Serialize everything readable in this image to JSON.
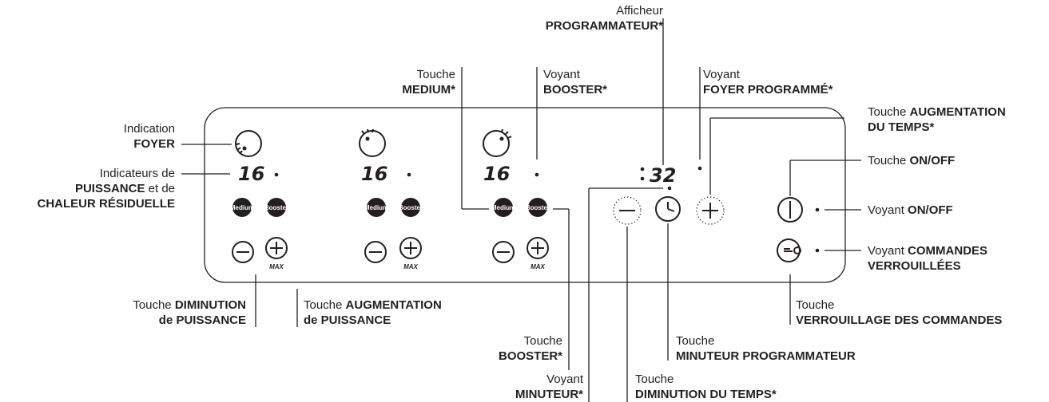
{
  "labels": {
    "afficheur_prog": {
      "line1": "Afficheur",
      "line2": "PROGRAMMATEUR*"
    },
    "touche_medium": {
      "line1": "Touche",
      "line2": "MEDIUM*"
    },
    "voyant_booster": {
      "line1": "Voyant",
      "line2": "BOOSTER*"
    },
    "voyant_foyer_prog": {
      "line1": "Voyant",
      "line2": "FOYER PROGRAMMÉ*"
    },
    "touche_augmentation_temps": {
      "line1_prefix": "Touche ",
      "line1_bold": "AUGMENTATION",
      "line2": "DU TEMPS*"
    },
    "indication_foyer": {
      "line1": "Indication",
      "line2": "FOYER"
    },
    "indicateurs_puissance": {
      "line1": "Indicateurs de",
      "line2_bold": "PUISSANCE",
      "line2_suffix": " et de",
      "line3": "CHALEUR RÉSIDUELLE"
    },
    "touche_onoff": {
      "prefix": "Touche ",
      "bold": "ON/OFF"
    },
    "voyant_onoff": {
      "prefix": "Voyant ",
      "bold": "ON/OFF"
    },
    "voyant_commandes": {
      "line1_prefix": "Voyant ",
      "line1_bold": "COMMANDES",
      "line2": "VERROUILLÉES"
    },
    "touche_diminution_puissance": {
      "line1_prefix": "Touche ",
      "line1_bold": "DIMINUTION",
      "line2": "de PUISSANCE"
    },
    "touche_augmentation_puissance": {
      "line1_prefix": "Touche ",
      "line1_bold": "AUGMENTATION",
      "line2": "de PUISSANCE"
    },
    "touche_verrouillage": {
      "line1": "Touche",
      "line2": "VERROUILLAGE DES COMMANDES"
    },
    "touche_booster": {
      "line1": "Touche",
      "line2": "BOOSTER*"
    },
    "touche_minuteur": {
      "line1": "Touche",
      "line2": "MINUTEUR PROGRAMMATEUR"
    },
    "voyant_minuteur": {
      "line1": "Voyant",
      "line2": "MINUTEUR*"
    },
    "touche_diminution_temps": {
      "line1": "Touche",
      "line2": "DIMINUTION DU TEMPS*"
    }
  },
  "panel": {
    "zone_display": "16",
    "timer_display": "32",
    "medium_label": "Medium",
    "booster_label": "Booster",
    "max_label": "MAX"
  }
}
